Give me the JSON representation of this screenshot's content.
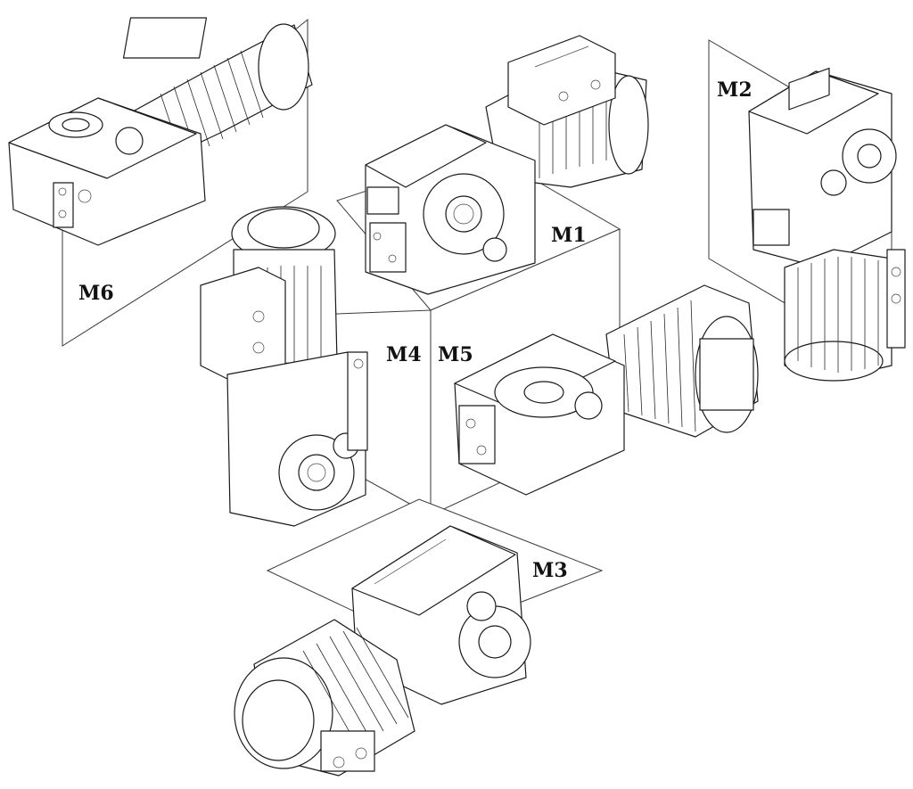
{
  "labels": {
    "m1": "M1",
    "m2": "M2",
    "m3": "M3",
    "m4": "M4",
    "m5": "M5",
    "m6": "M6"
  },
  "colors": {
    "line": "#1a1a1a",
    "background": "#ffffff"
  }
}
